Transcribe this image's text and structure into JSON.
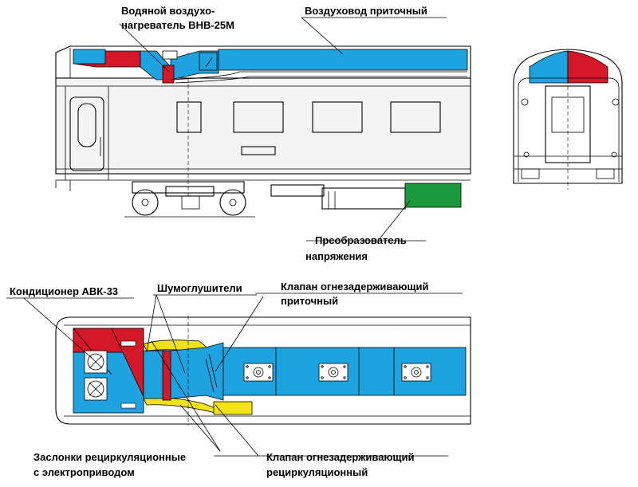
{
  "labels": {
    "heater_line1": "Водяной воздухо-",
    "heater_line2": "нагреватель ВНВ-25М",
    "supply_duct": "Воздуховод приточный",
    "converter_line1": "Преобразователь",
    "converter_line2": "напряжения",
    "air_conditioner": "Кондиционер АВК-33",
    "silencers": "Шумоглушители",
    "supply_valve_line1": "Клапан огнезадерживающий",
    "supply_valve_line2": "приточный",
    "recirc_dampers_line1": "Заслонки рециркуляционные",
    "recirc_dampers_line2": "с электроприводом",
    "recirc_valve_line1": "Клапан огнезадерживающий",
    "recirc_valve_line2": "рециркуляционный"
  },
  "colors": {
    "supply_air": "#1fa3e0",
    "heated_air": "#d4182a",
    "converter": "#1a9a3c",
    "silencer": "#f2e318",
    "body_outline": "#000000",
    "car_body_fill": "#f7f7f7"
  }
}
